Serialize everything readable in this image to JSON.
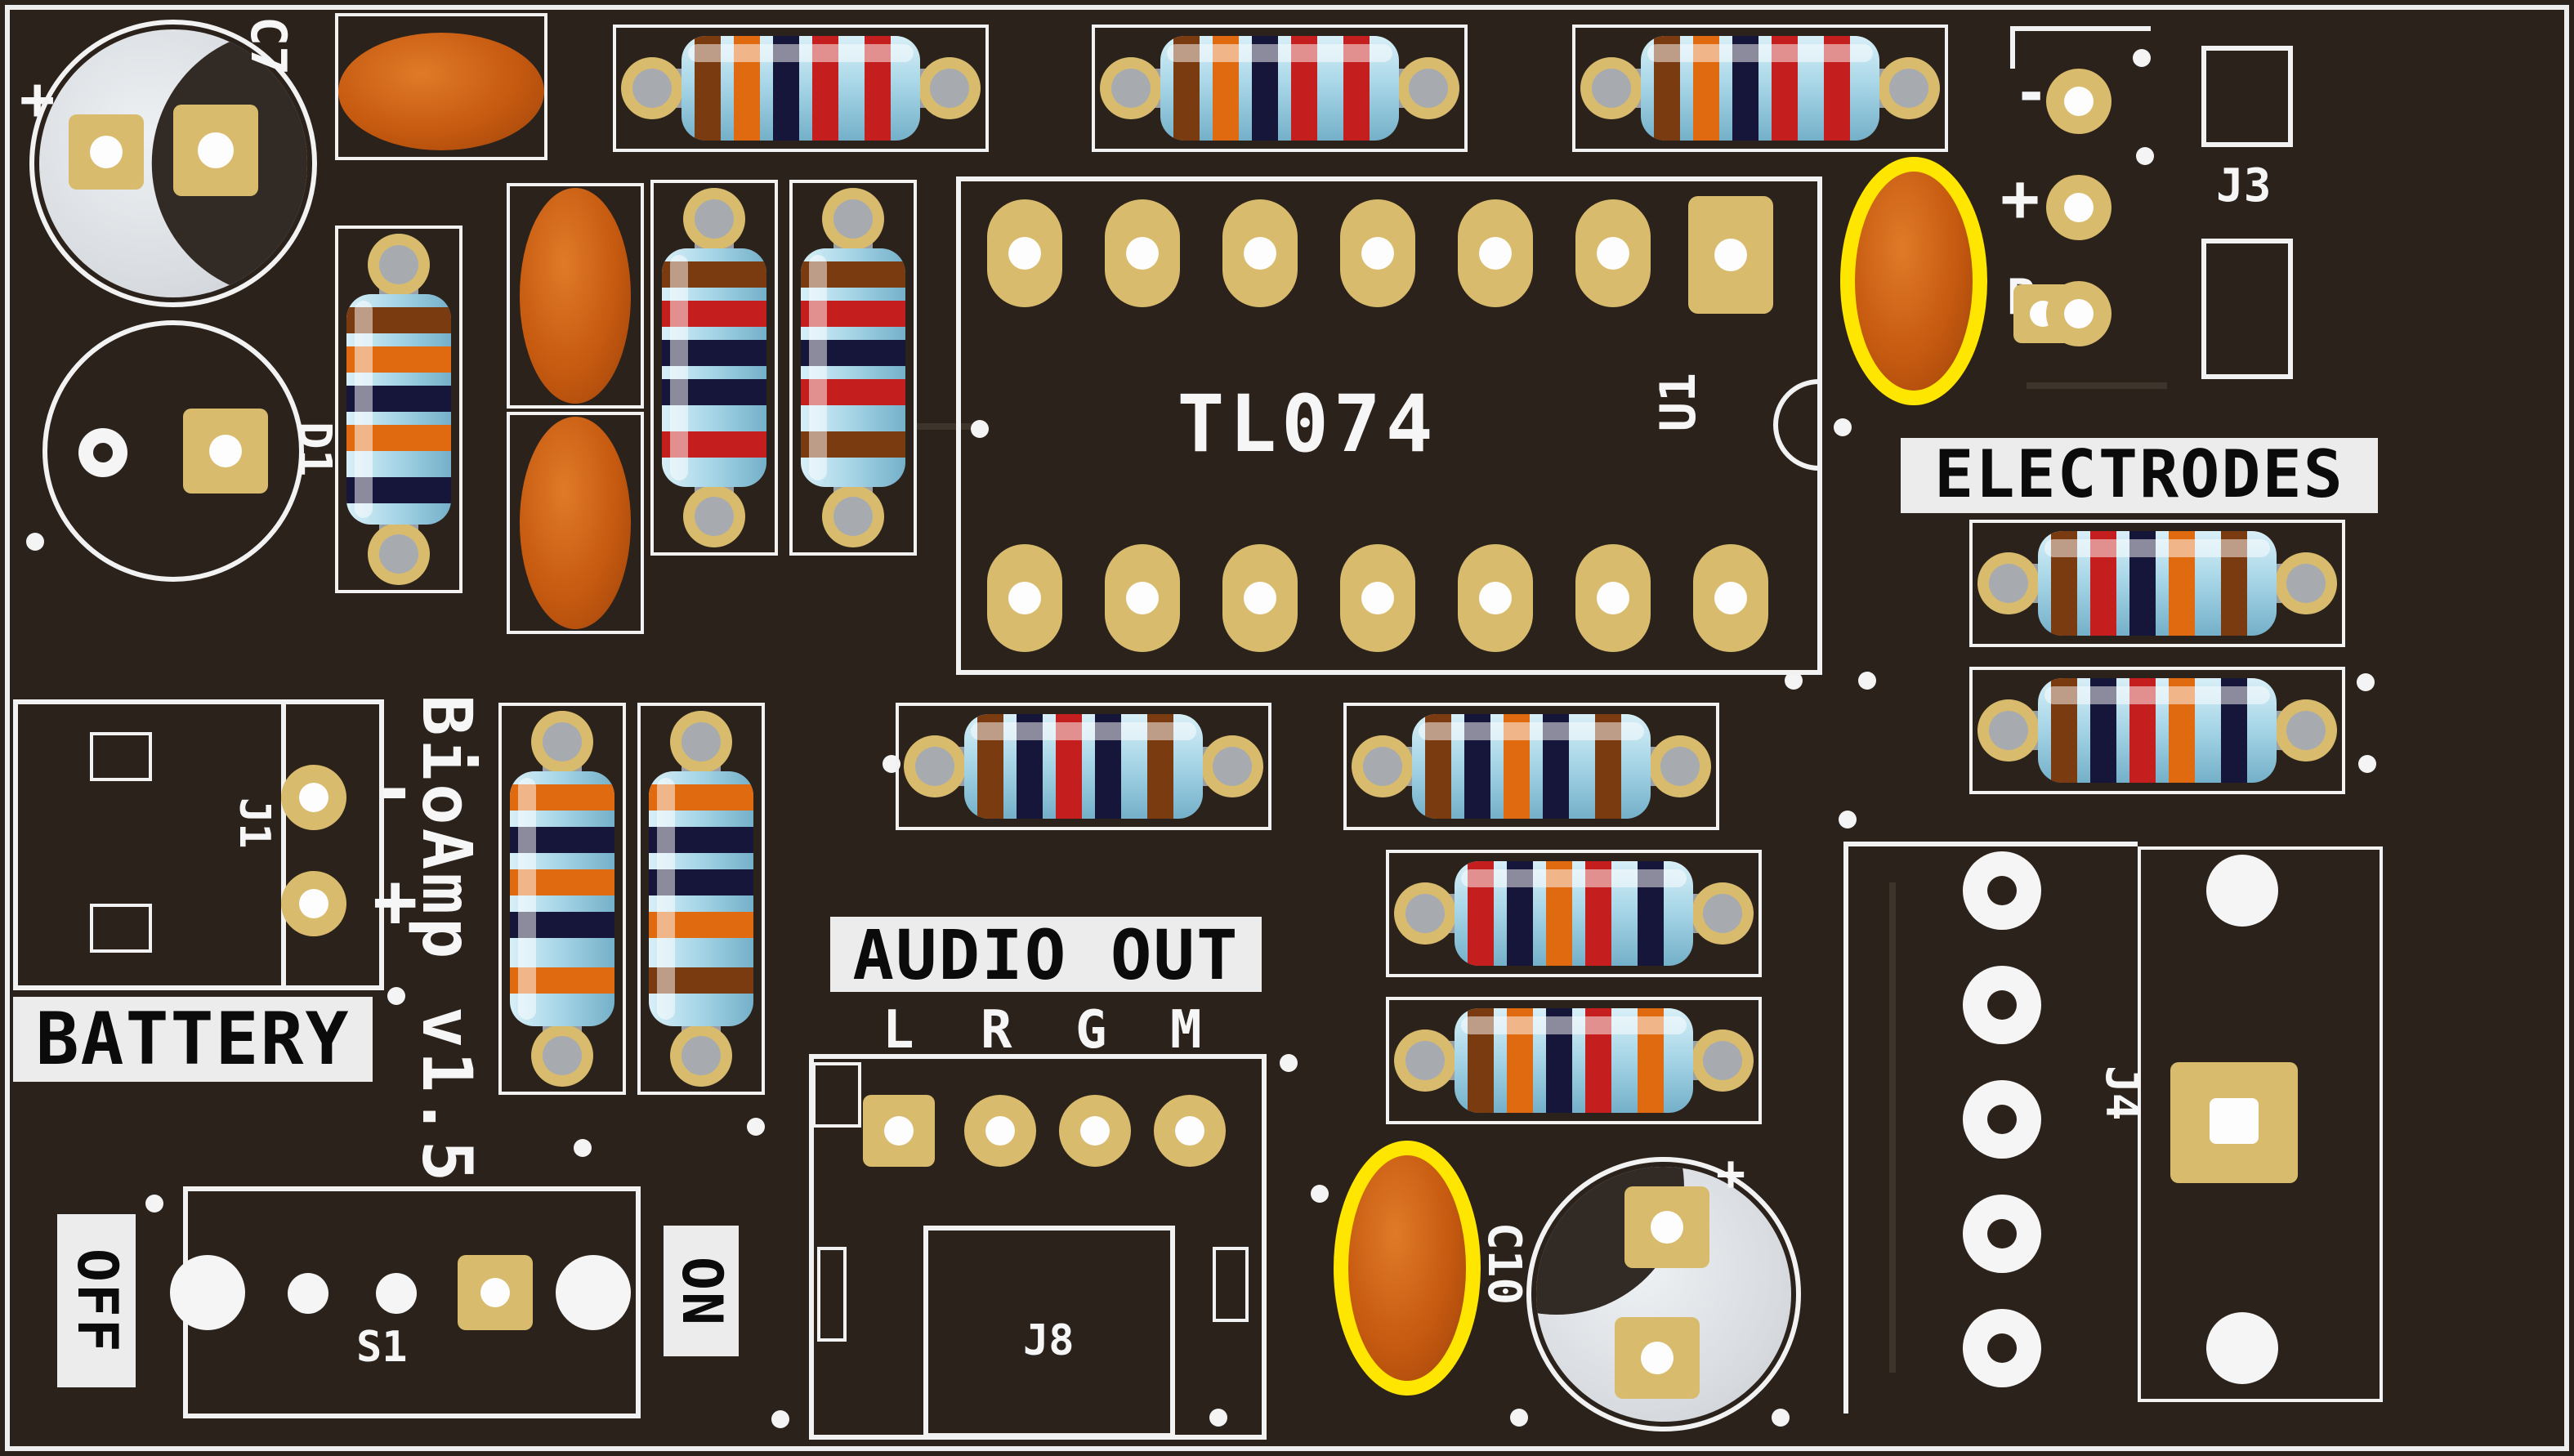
{
  "board": {
    "title": "BioAmp v1.5",
    "labels": {
      "battery": "BATTERY",
      "electrodes": "ELECTRODES",
      "audio_out": "AUDIO OUT"
    },
    "ic": {
      "part": "TL074",
      "ref": "U1"
    },
    "conn": {
      "j1": "J1",
      "j3": "J3",
      "j4": "J4",
      "j8": "J8"
    },
    "sw": {
      "ref": "S1",
      "off": "OFF",
      "on": "ON"
    },
    "caps": {
      "c7": "C7",
      "c10": "C10"
    },
    "diode": {
      "d1": "D1"
    },
    "pol": {
      "plus": "+",
      "minus": "-"
    },
    "electrode_pins": {
      "minus": "-",
      "plus": "+",
      "r": "R"
    },
    "audio": {
      "channels": [
        "L",
        "R",
        "G",
        "M"
      ]
    },
    "colors": {
      "board": "#2b221c",
      "silkscreen": "#f2f2f2",
      "pad_gold": "#d8bb6c",
      "resistor_body": "#a9d7e8",
      "capacitor_orange": "#c65a10",
      "highlight_yellow": "#ffe600",
      "electrolytic_silver": "#d6dade",
      "lead_gray": "#9aa0a5",
      "band_brown": "#7a3b10",
      "band_orange": "#e06a10",
      "band_navy": "#16163a",
      "band_red": "#c41e1e"
    }
  }
}
